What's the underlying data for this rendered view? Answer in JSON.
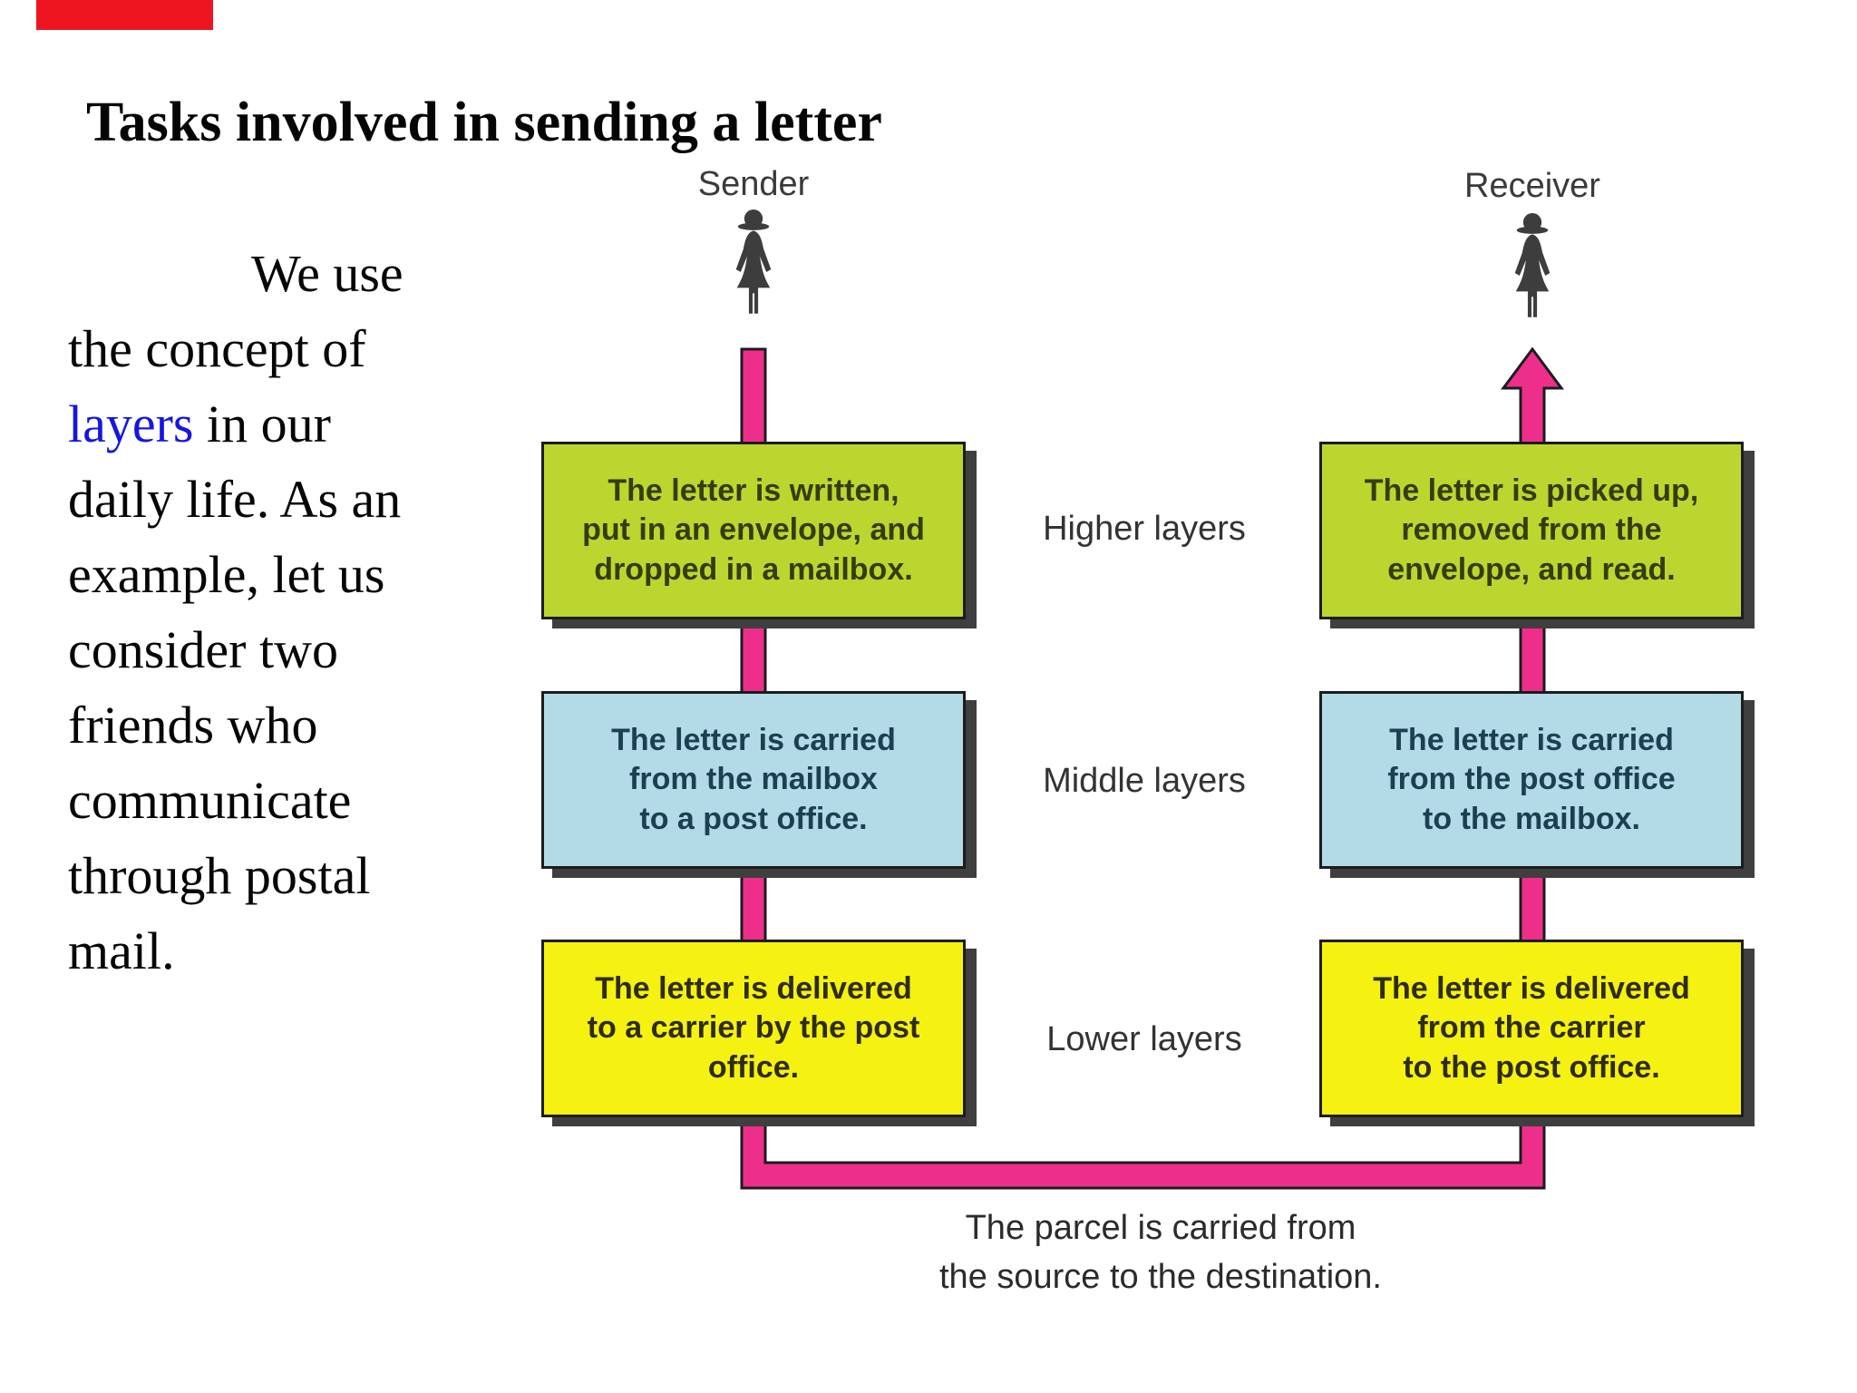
{
  "decor": {
    "red_bar_color": "#ee1520"
  },
  "title": "Tasks involved in sending a letter",
  "paragraph": {
    "highlight_color": "#1616e0",
    "line1": "We use",
    "line2": "the concept of",
    "line3_word": "layers",
    "line3_rest": " in our",
    "line4": "daily life. As an",
    "line5": "example, let us",
    "line6": "consider two",
    "line7": "friends who",
    "line8": "communicate",
    "line9": "through postal",
    "line10": "mail."
  },
  "diagram": {
    "sender_label": "Sender",
    "receiver_label": "Receiver",
    "layer_labels": {
      "higher": "Higher layers",
      "middle": "Middle layers",
      "lower": "Lower layers"
    },
    "sender_boxes": {
      "higher": "The letter is written,\nput in an envelope, and\ndropped in a mailbox.",
      "middle": "The letter is carried\nfrom the mailbox\nto a post office.",
      "lower": "The letter is delivered\nto a carrier by the post\noffice."
    },
    "receiver_boxes": {
      "higher": "The letter is picked up,\nremoved from the\nenvelope, and read.",
      "middle": "The letter is carried\nfrom the post office\nto the mailbox.",
      "lower": "The letter is delivered\nfrom the carrier\nto the post office."
    },
    "caption": "The parcel is carried from\nthe source to the destination.",
    "colors": {
      "higher_fill": "#bdd62f",
      "middle_fill": "#b3dbe7",
      "lower_fill": "#f5f111",
      "arrow": "#ee2e8b",
      "outline": "#1c1c1c",
      "shadow": "#3f3f3f"
    }
  }
}
